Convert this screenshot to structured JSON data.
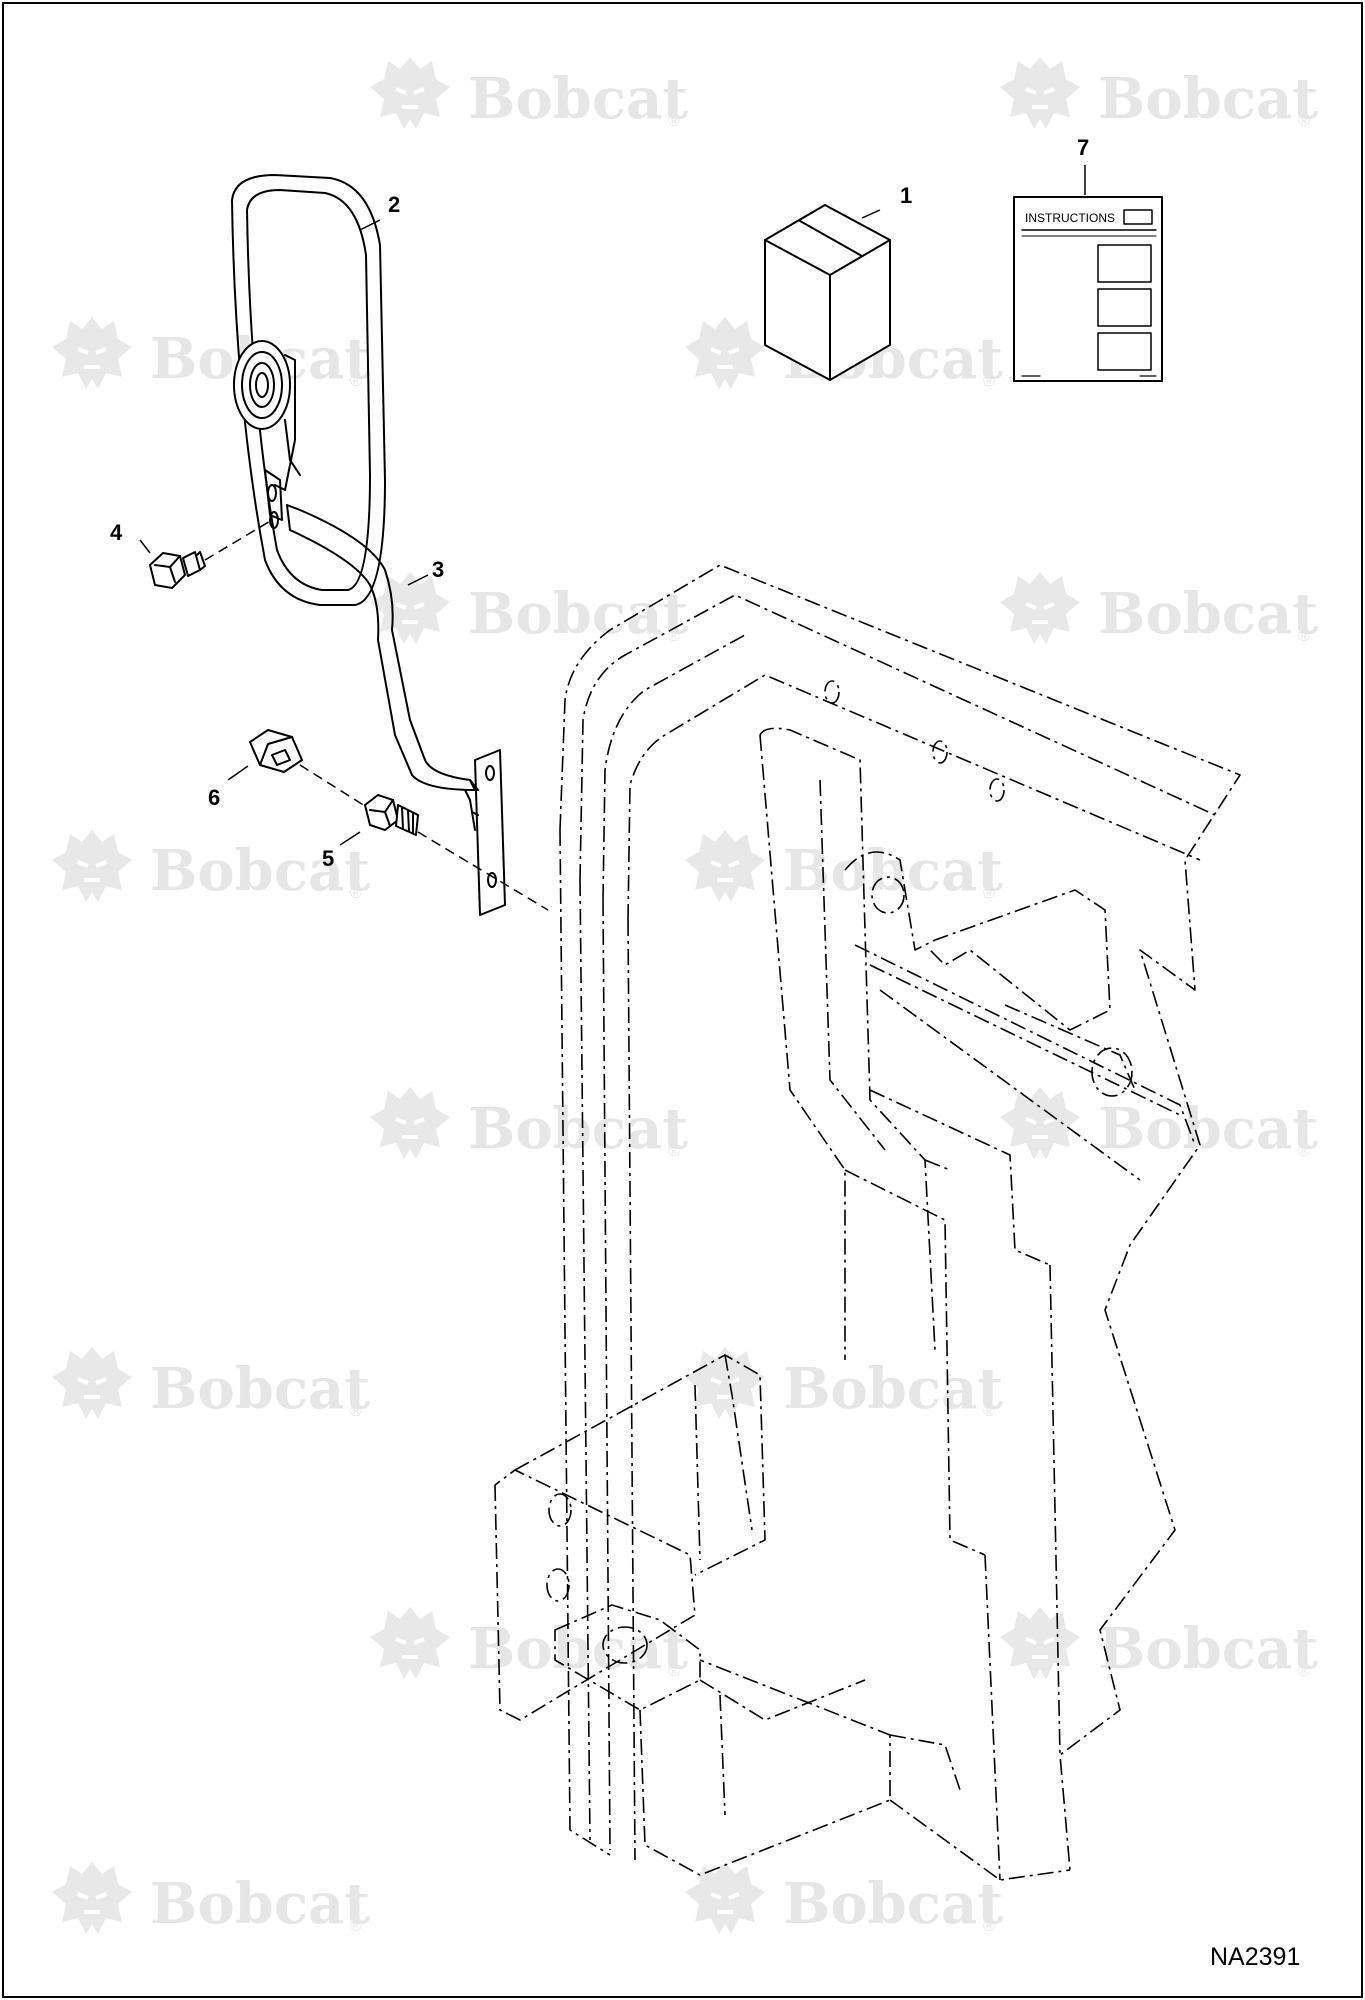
{
  "watermark": {
    "text": "Bobcat",
    "registered": "®"
  },
  "drawing_id": "NA2391",
  "booklet": {
    "title": "INSTRUCTIONS"
  },
  "callouts": [
    {
      "number": "1",
      "part": "box"
    },
    {
      "number": "2",
      "part": "mirror-head"
    },
    {
      "number": "3",
      "part": "mirror-arm"
    },
    {
      "number": "4",
      "part": "bolt"
    },
    {
      "number": "5",
      "part": "mounting-bolt"
    },
    {
      "number": "6",
      "part": "nut"
    },
    {
      "number": "7",
      "part": "instructions-booklet"
    }
  ]
}
